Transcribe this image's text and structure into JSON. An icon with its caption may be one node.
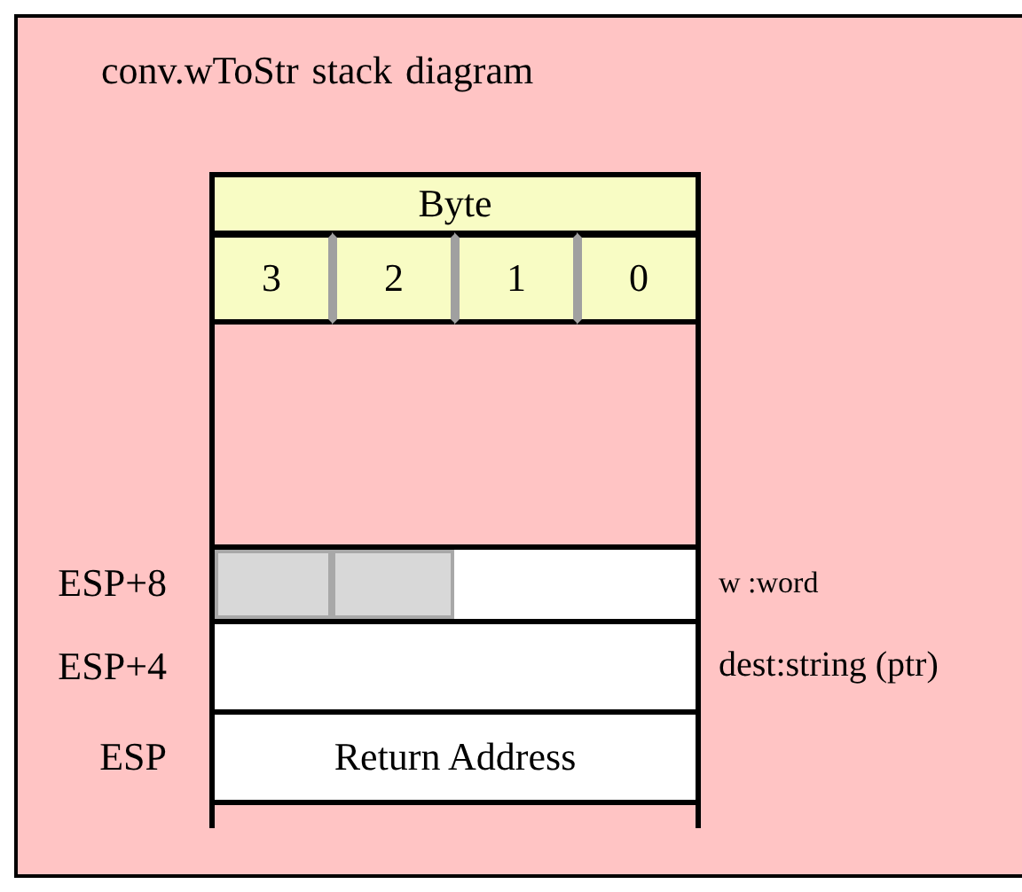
{
  "diagram": {
    "title": "conv.wToStr stack diagram",
    "nodes": [
      {
        "text": [
          "Byte"
        ]
      },
      {
        "text": [
          "3"
        ]
      },
      {
        "text": [
          "2"
        ]
      },
      {
        "text": [
          "1"
        ]
      },
      {
        "text": [
          "0"
        ]
      },
      {
        "text": [],
        "shape": "box",
        "beside": [
          "ESP+8",
          "w :word"
        ]
      },
      {
        "text": [],
        "shape": "box",
        "in": 5
      },
      {
        "text": [],
        "shape": "box",
        "in": 5
      },
      {
        "text": [],
        "shape": "box",
        "beside": [
          "ESP+4",
          "dest:string (ptr)"
        ]
      },
      {
        "text": [
          "Return Address"
        ],
        "beside": [
          "ESP"
        ]
      }
    ]
  }
}
